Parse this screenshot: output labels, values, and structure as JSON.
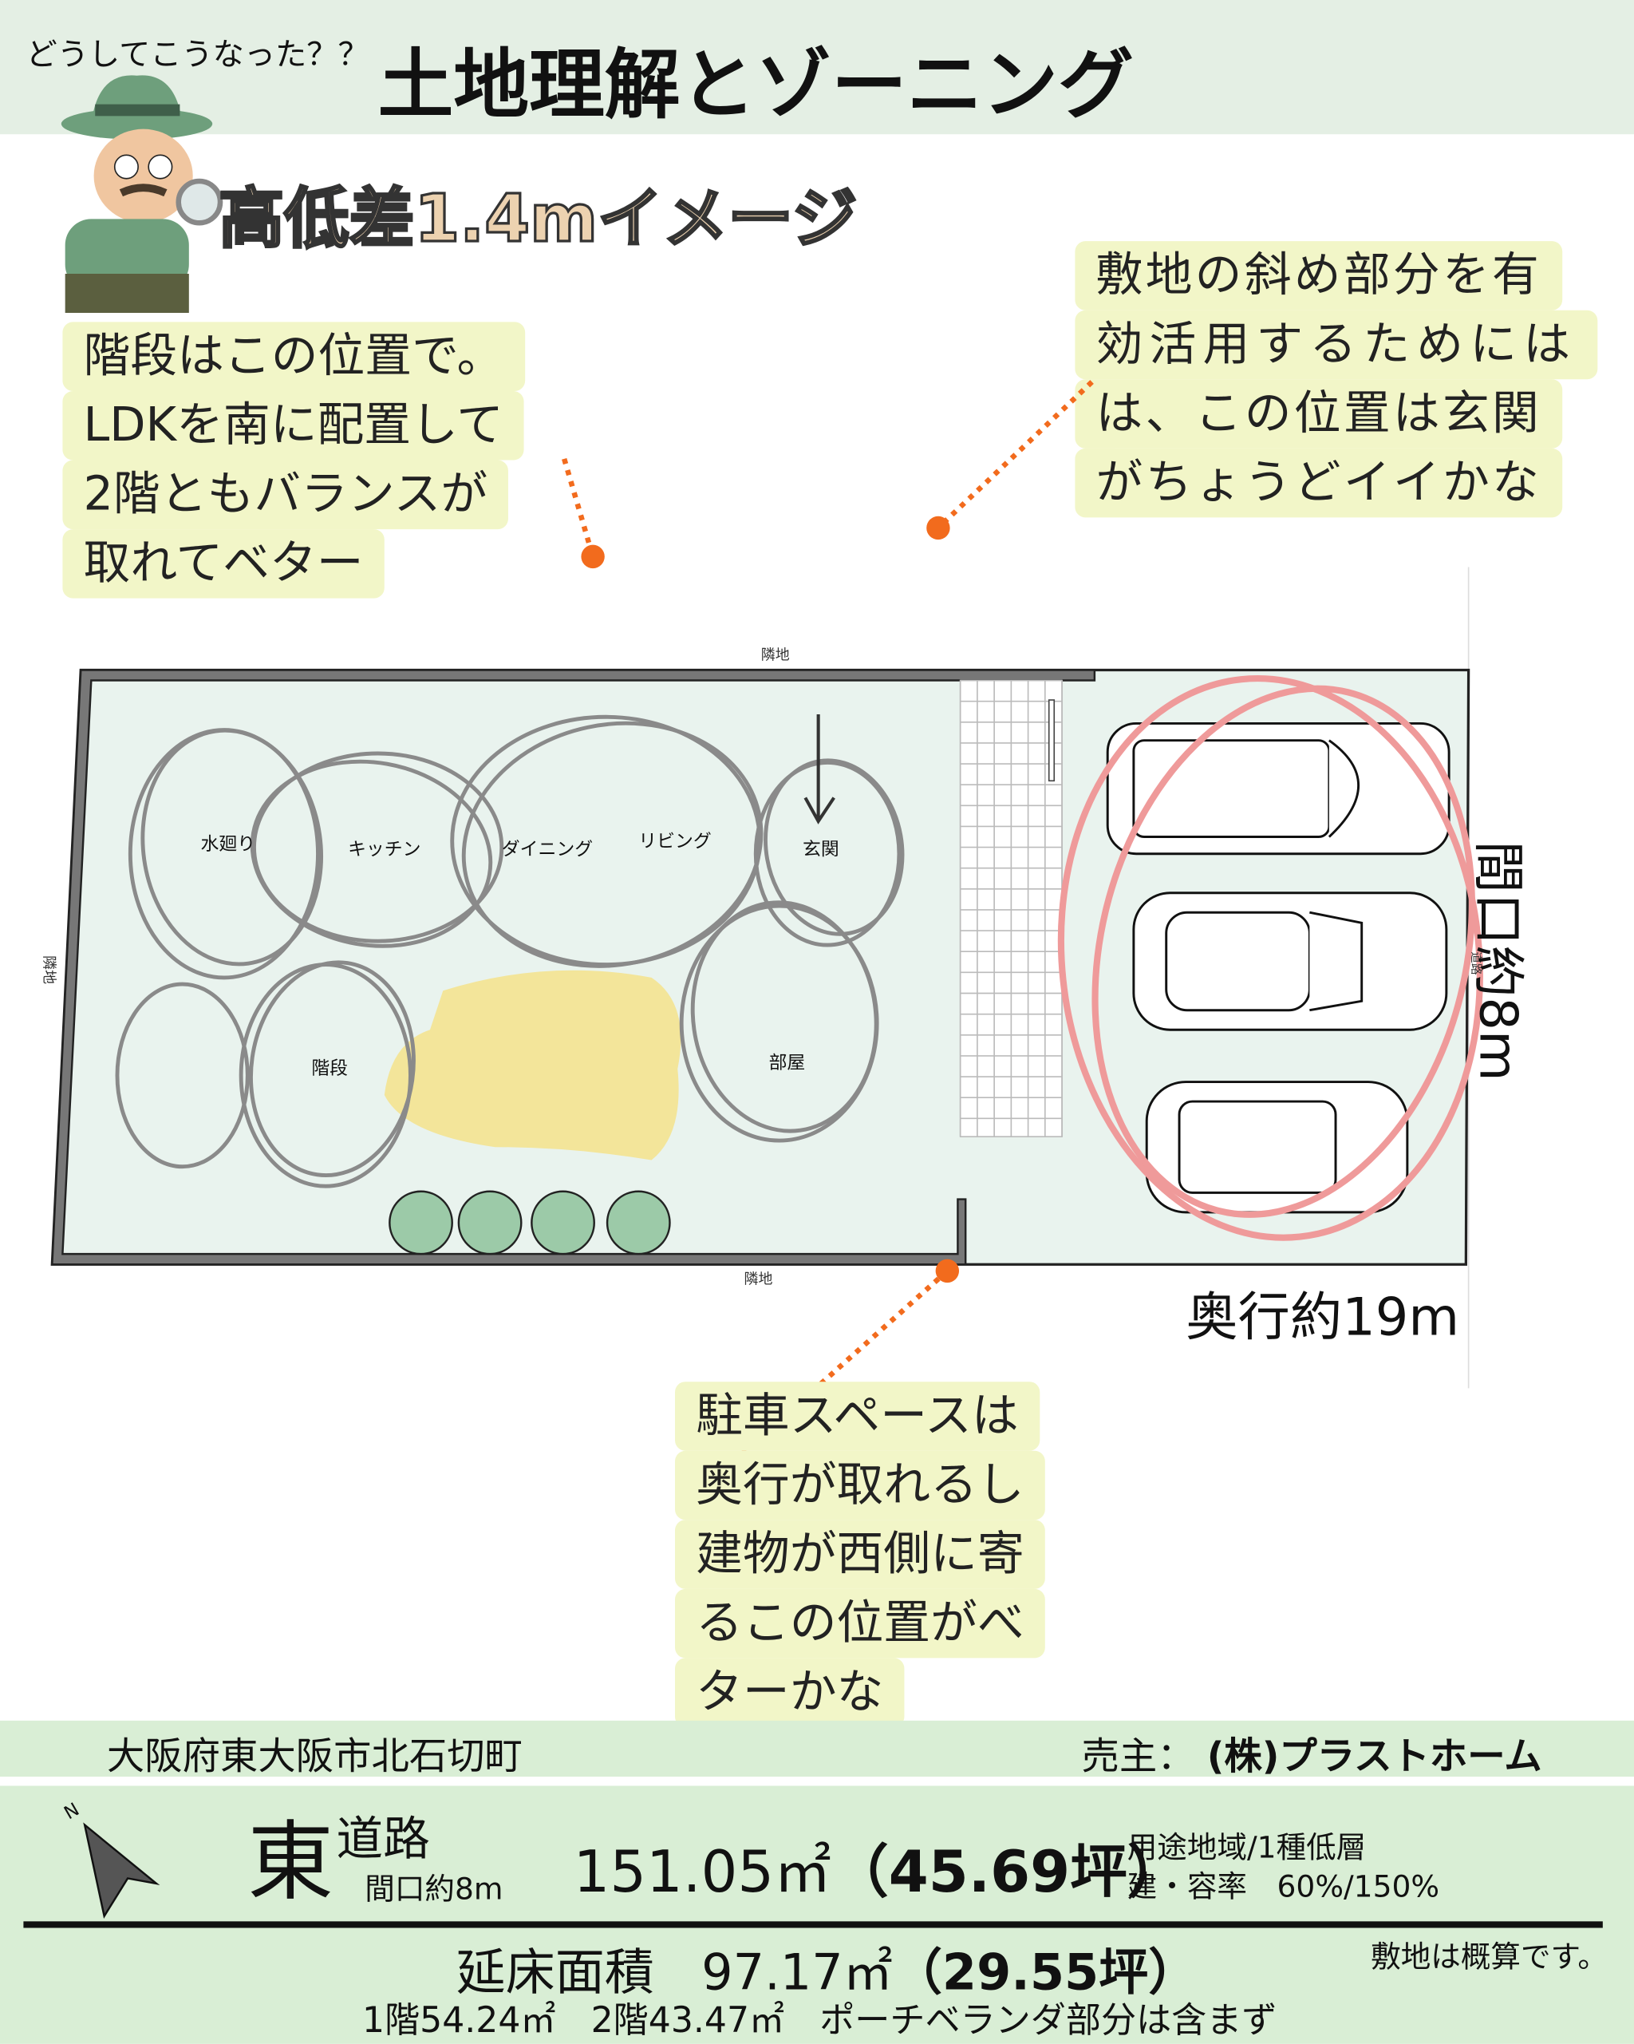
{
  "header": {
    "subtitle": "どうしてこうなった？？",
    "title": "土地理解とゾーニング"
  },
  "heading": "高低差1.4mイメージ",
  "notes": {
    "stairs": [
      "階段はこの位置で。",
      "LDKを南に配置して",
      "2階ともバランスが",
      "取れてベター"
    ],
    "entrance": [
      "敷地の斜め部分を有",
      "効活用するためには",
      "は、この位置は玄関",
      "がちょうどイイかな"
    ],
    "parking": [
      "駐車スペースは",
      "奥行が取れるし",
      "建物が西側に寄",
      "るこの位置がべ",
      "ターかな"
    ]
  },
  "plan": {
    "neighbor_top": "隣地",
    "neighbor_bottom": "隣地",
    "neighbor_left": "隣地",
    "road": "道路",
    "rooms": [
      "水廻り",
      "キッチン",
      "ダイニング",
      "リビング",
      "玄関",
      "部屋",
      "階段"
    ],
    "frontage": "間口約8m",
    "depth": "奥行約19m"
  },
  "footer": {
    "address": "大阪府東大阪市北石切町",
    "seller_label": "売主：",
    "seller": "(株)プラストホーム",
    "compass": "N",
    "road_dir": "東",
    "road_label": "道路",
    "road_frontage": "間口約8m",
    "land_area": "151.05㎡",
    "land_tsubo": "（45.69坪）",
    "zoning": "用途地域/1種低層",
    "ratio": "建・容率　60%/150%",
    "floor_label": "延床面積",
    "floor_area": "97.17㎡",
    "floor_tsubo": "（29.55坪）",
    "note": "敷地は概算です。",
    "floors": "1階54.24㎡　2階43.47㎡　ポーチベランダ部分は含まず"
  },
  "colors": {
    "accent": "#f26b1d",
    "band": "#d9eed5",
    "header": "#e4efe4",
    "bubble": "#f2f6c8",
    "parking_circle": "#ef9a9a"
  }
}
